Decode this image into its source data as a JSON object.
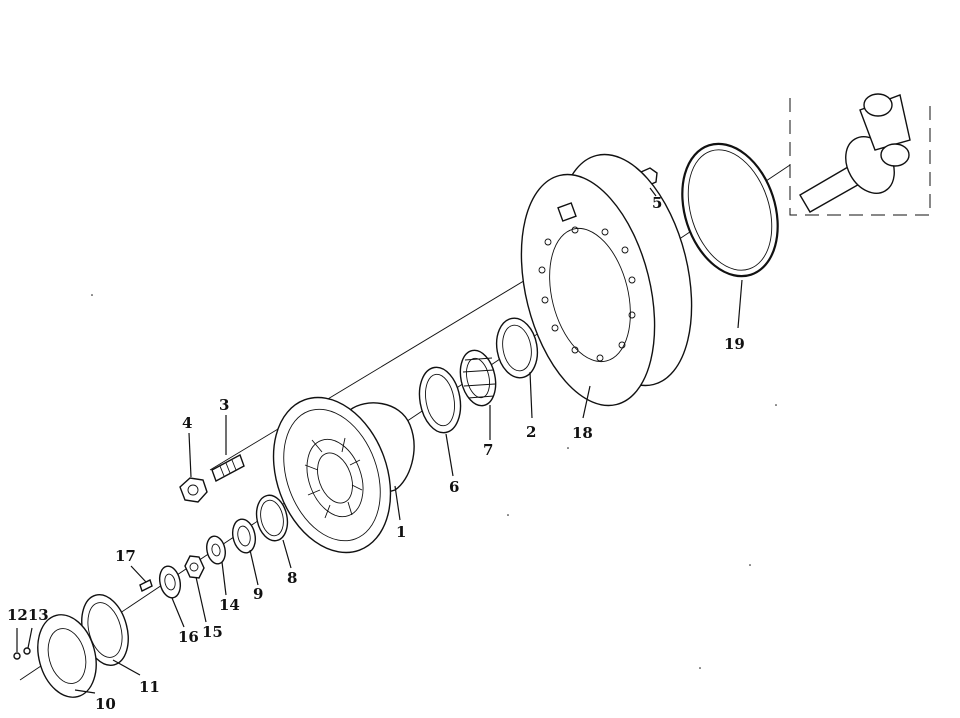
{
  "labels": {
    "p1": "1",
    "p2": "2",
    "p3": "3",
    "p4": "4",
    "p5": "5",
    "p6": "6",
    "p7": "7",
    "p8": "8",
    "p9": "9",
    "p10": "10",
    "p11": "11",
    "p1213": "1213",
    "p14": "14",
    "p15": "15",
    "p16": "16",
    "p17": "17",
    "p18": "18",
    "p19": "19"
  }
}
